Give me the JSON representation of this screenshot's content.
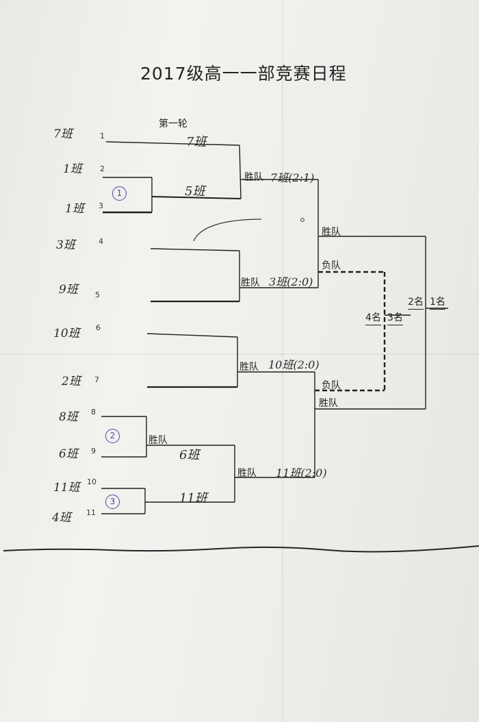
{
  "title": "2017级高一一部竞赛日程",
  "round_label": "第一轮",
  "teams": [
    {
      "name": "7班",
      "seed": "1"
    },
    {
      "name": "1班",
      "seed": "2"
    },
    {
      "name": "1班",
      "seed": "3"
    },
    {
      "name": "3班",
      "seed": "4"
    },
    {
      "name": "9班",
      "seed": "5"
    },
    {
      "name": "10班",
      "seed": "6"
    },
    {
      "name": "2班",
      "seed": "7"
    },
    {
      "name": "8班",
      "seed": "8"
    },
    {
      "name": "6班",
      "seed": "9"
    },
    {
      "name": "11班",
      "seed": "10"
    },
    {
      "name": "4班",
      "seed": "11"
    }
  ],
  "match_numbers": [
    "1",
    "2",
    "3"
  ],
  "winner_label": "胜队",
  "loser_label": "负队",
  "results": {
    "r1_top": "7班",
    "r1_bottom": "5班",
    "semi_a": "7班(2:1)",
    "semi_b": "3班(2:0)",
    "semi_c": "10班(2:0)",
    "r1_g3": "6班",
    "r1_g4": "11班",
    "semi_d": "11班(2:0)"
  },
  "placings": {
    "second": "2名",
    "first": "1名",
    "fourth": "4名",
    "third": "3名"
  },
  "colors": {
    "paper": "#eeeeeb",
    "ink": "#222222",
    "pen": "#4a4aa8"
  }
}
